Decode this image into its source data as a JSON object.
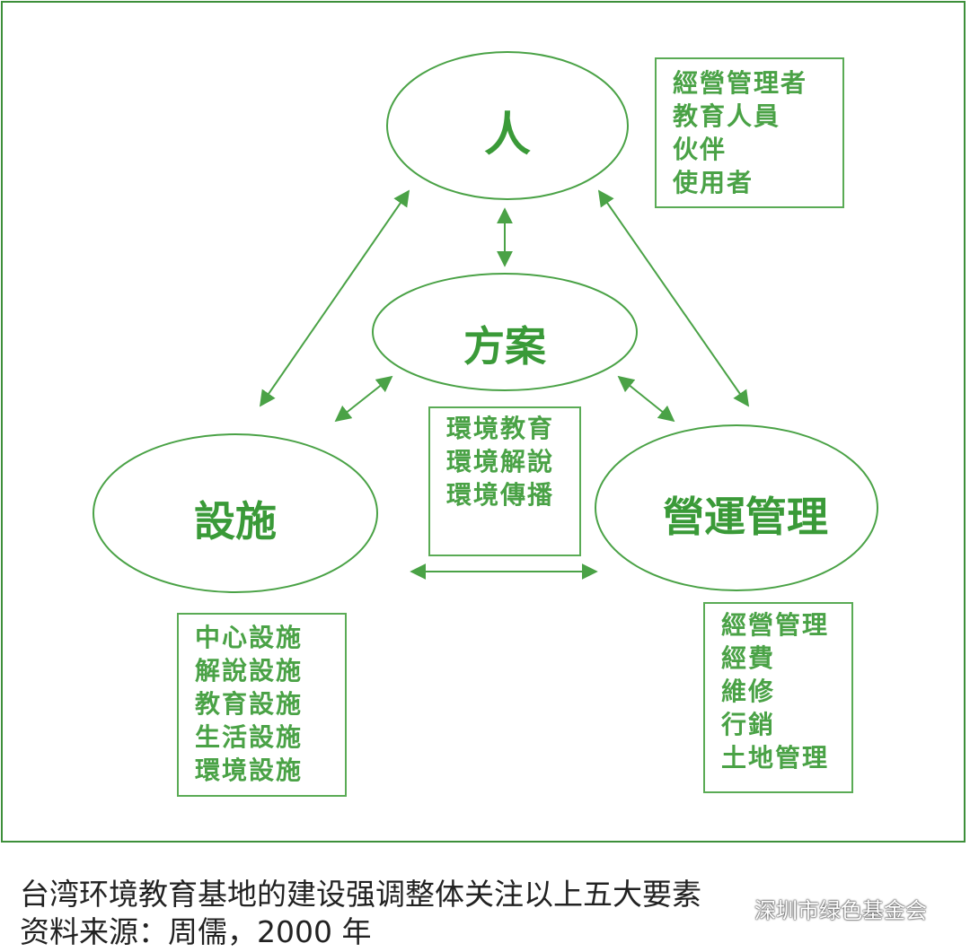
{
  "nodes": {
    "person": "人",
    "program": "方案",
    "facility": "設施",
    "operations": "營運管理"
  },
  "boxes": {
    "person": [
      "經營管理者",
      "教育人員",
      "伙伴",
      "使用者"
    ],
    "program": [
      "環境教育",
      "環境解說",
      "環境傳播"
    ],
    "facility": [
      "中心設施",
      "解說設施",
      "教育設施",
      "生活設施",
      "環境設施"
    ],
    "operations": [
      "經營管理",
      "經費",
      "維修",
      "行銷",
      "土地管理"
    ]
  },
  "caption": {
    "line1": "台湾环境教育基地的建设强调整体关注以上五大要素",
    "line2": "资料来源：周儒，2000 年"
  },
  "watermark": {
    "text": "深圳市绿色基金会",
    "icon": "wechat-icon"
  },
  "colors": {
    "stroke": "#4aa246",
    "text": "#3a9a38",
    "frame": "#3d8f3a"
  }
}
